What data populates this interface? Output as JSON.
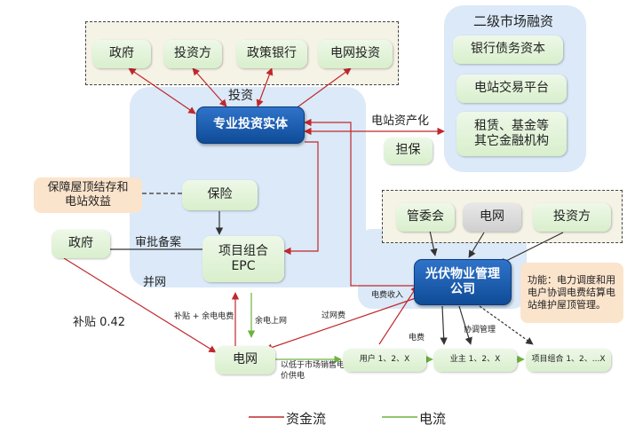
{
  "top_group": [
    "政府",
    "投资方",
    "政策银行",
    "电网投资"
  ],
  "invest_label": "投资",
  "core_entity": "专业投资实体",
  "secondary_market": {
    "title": "二级市场融资",
    "items": [
      "银行债务资本",
      "电站交易平台",
      "租赁、基金等其它金融机构"
    ]
  },
  "securitization_label": "电站资产化",
  "guarantee": "担保",
  "roof_guarantee": "保障屋顶结存和电站效益",
  "insurance": "保险",
  "government": "政府",
  "approval_label": "审批备案",
  "epc_line1": "项目组合",
  "epc_line2": "EPC",
  "grid_connect": "并网",
  "mgmt_group": [
    "管委会",
    "电网",
    "投资方"
  ],
  "pv_mgmt_line1": "光伏物业管理",
  "pv_mgmt_line2": "公司",
  "function_text": "功能：电力调度和用电户协调电费结算电站维护屋顶管理。",
  "subsidy_label": "补贴 0.42",
  "grid": "电网",
  "small_labels": {
    "subsidy_surplus": "补贴 + 余电电费",
    "surplus_to_grid": "余电上网",
    "transit_fee": "过网费",
    "fee_income": "电费收入",
    "electricity_fee": "电费",
    "coordination": "协调管理",
    "below_market": "以低于市场销售电价供电"
  },
  "users": [
    "用户 1、2、X",
    "业主 1、2、X",
    "项目组合 1、2、...X"
  ],
  "legend": {
    "money": "资金流",
    "power": "电流"
  },
  "colors": {
    "money": "#c0282c",
    "power": "#6db33f",
    "core": "#14529f"
  }
}
